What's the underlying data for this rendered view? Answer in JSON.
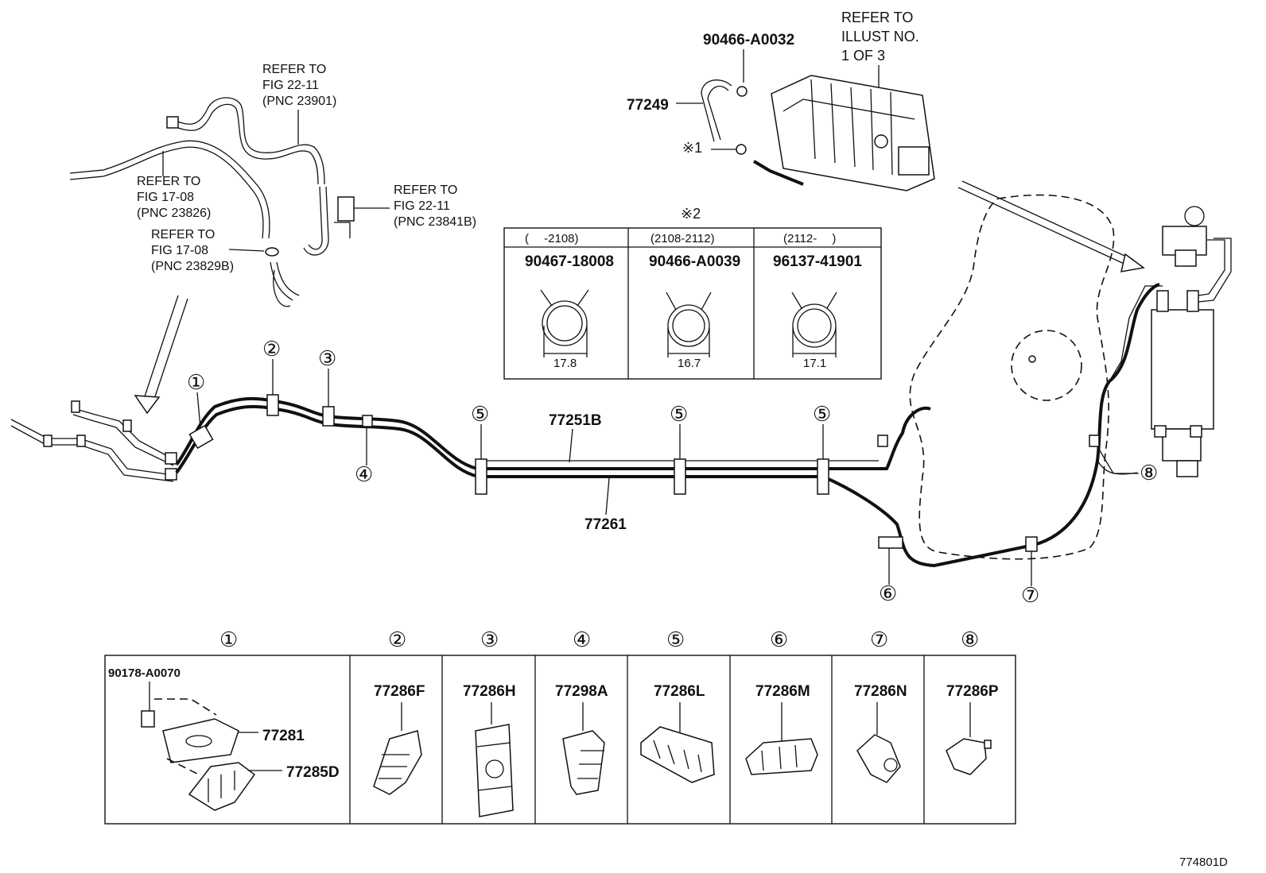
{
  "refs": {
    "fig22_top": [
      "REFER TO",
      "FIG 22-11",
      "(PNC 23901)"
    ],
    "fig17_23826": [
      "REFER TO",
      "FIG 17-08",
      "(PNC 23826)"
    ],
    "fig17_23829b": [
      "REFER TO",
      "FIG 17-08",
      "(PNC 23829B)"
    ],
    "fig22_23841b": [
      "REFER TO",
      "FIG 22-11",
      "(PNC 23841B)"
    ],
    "illust": [
      "REFER TO",
      "ILLUST NO.",
      "1 OF 3"
    ]
  },
  "parts": {
    "clamp_top": "90466-A0032",
    "hose": "77249",
    "note1": "※1",
    "tube_upper": "77251B",
    "tube_lower": "77261"
  },
  "clamp_table": {
    "title": "※2",
    "columns": [
      {
        "range": "(　 -2108)",
        "part": "90467-18008",
        "dim": "17.8"
      },
      {
        "range": "(2108-2112)",
        "part": "90466-A0039",
        "dim": "16.7"
      },
      {
        "range": "(2112-　 )",
        "part": "96137-41901",
        "dim": "17.1"
      }
    ]
  },
  "callouts": {
    "c1": "①",
    "c2": "②",
    "c3": "③",
    "c4": "④",
    "c5": "⑤",
    "c6": "⑥",
    "c7": "⑦",
    "c8": "⑧"
  },
  "bottom_table": {
    "cols": [
      {
        "num": "①",
        "parts": [
          "90178-A0070",
          "77281",
          "77285D"
        ]
      },
      {
        "num": "②",
        "parts": [
          "77286F"
        ]
      },
      {
        "num": "③",
        "parts": [
          "77286H"
        ]
      },
      {
        "num": "④",
        "parts": [
          "77298A"
        ]
      },
      {
        "num": "⑤",
        "parts": [
          "77286L"
        ]
      },
      {
        "num": "⑥",
        "parts": [
          "77286M"
        ]
      },
      {
        "num": "⑦",
        "parts": [
          "77286N"
        ]
      },
      {
        "num": "⑧",
        "parts": [
          "77286P"
        ]
      }
    ]
  },
  "figure_id": "774801D"
}
